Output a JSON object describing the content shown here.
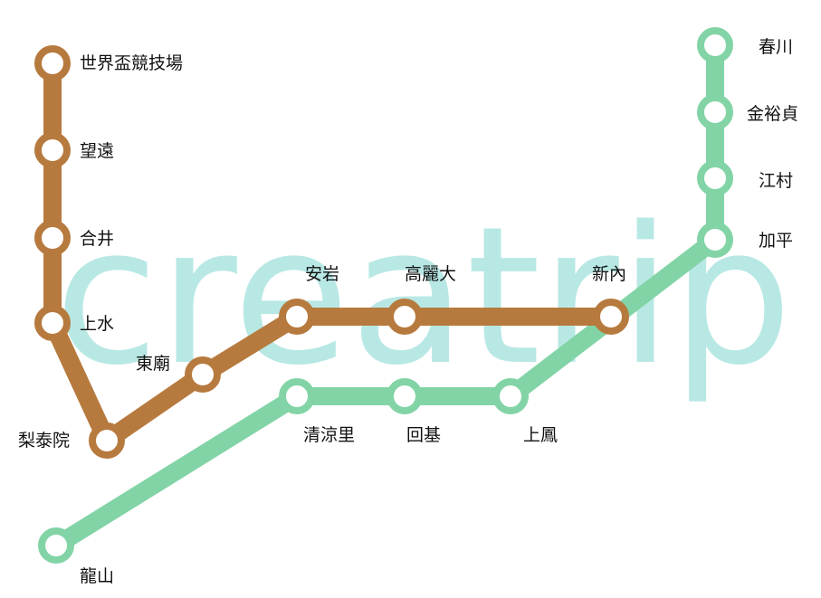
{
  "watermark": "creatrip",
  "lines": [
    {
      "color": "#b77a3e",
      "stations": [
        "世界盃競技場",
        "望遠",
        "合井",
        "上水",
        "梨泰院",
        "東廟",
        "安岩",
        "高麗大",
        "新內"
      ]
    },
    {
      "color": "#82d4a6",
      "stations": [
        "龍山",
        "清涼里",
        "回基",
        "上鳳",
        "加平",
        "江村",
        "金裕貞",
        "春川"
      ]
    }
  ]
}
